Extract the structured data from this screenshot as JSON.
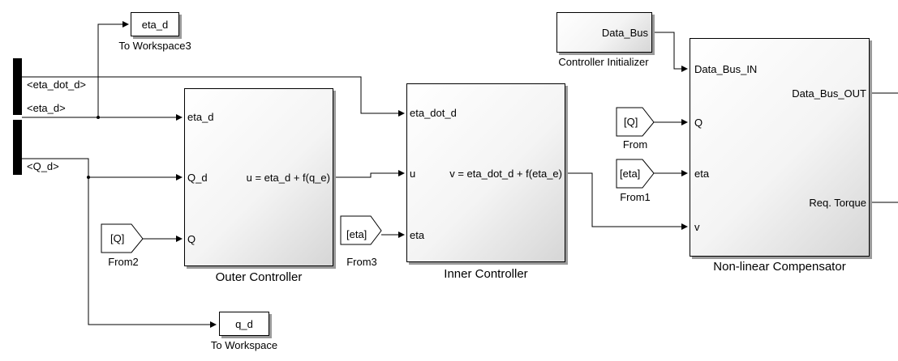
{
  "bus_signals": [
    "<eta_dot_d>",
    "<eta_d>",
    "<Q_d>"
  ],
  "outer_controller": {
    "name": "Outer Controller",
    "inputs": [
      "eta_d",
      "Q_d",
      "Q"
    ],
    "output": "u = eta_d + f(q_e)"
  },
  "inner_controller": {
    "name": "Inner Controller",
    "inputs": [
      "eta_dot_d",
      "u",
      "eta"
    ],
    "output": "v = eta_dot_d + f(eta_e)"
  },
  "compensator": {
    "name": "Non-linear Compensator",
    "inputs": [
      "Data_Bus_IN",
      "Q",
      "eta",
      "v"
    ],
    "outputs": [
      "Data_Bus_OUT",
      "Req. Torque"
    ]
  },
  "controller_initializer": {
    "name": "Controller Initializer",
    "output": "Data_Bus"
  },
  "workspace_eta_d": {
    "name": "To Workspace3",
    "variable": "eta_d"
  },
  "workspace_q_d": {
    "name": "To Workspace",
    "variable": "q_d"
  },
  "from_blocks": [
    {
      "name": "From",
      "tag": "[Q]"
    },
    {
      "name": "From1",
      "tag": "[eta]"
    },
    {
      "name": "From2",
      "tag": "[Q]"
    },
    {
      "name": "From3",
      "tag": "[eta]"
    }
  ]
}
